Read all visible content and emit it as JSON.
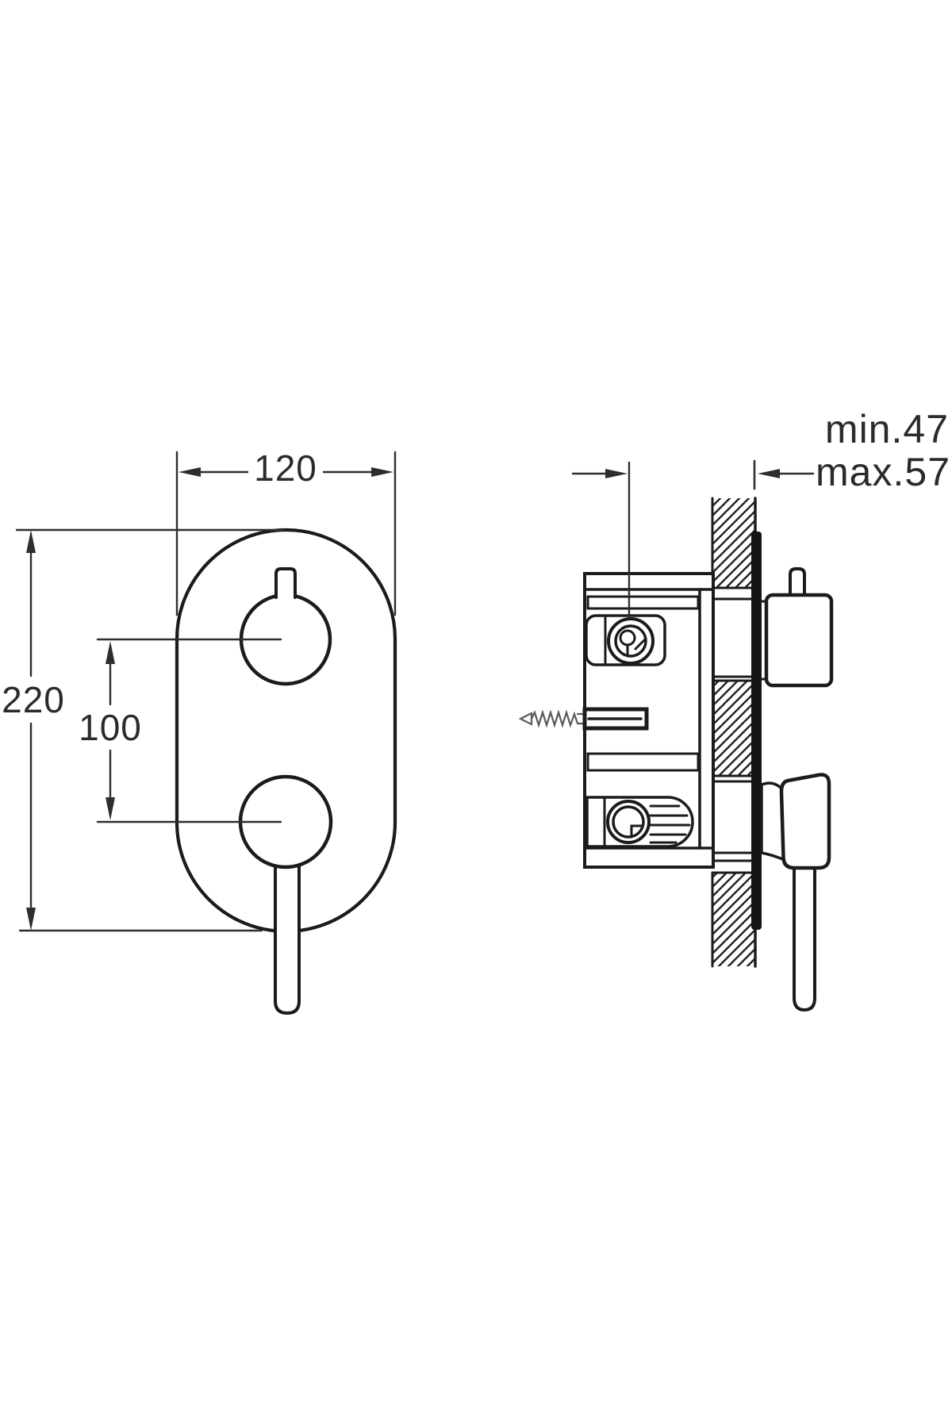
{
  "drawing": {
    "colors": {
      "background": "#ffffff",
      "ink": "#1b1b1b",
      "dim_ink": "#2e2e2e",
      "screw_ink": "#5a5a5a",
      "faceplate_fill": "#151515"
    },
    "labels": {
      "plate_width": "120",
      "plate_height": "220",
      "handle_spacing": "100",
      "depth_min": "min.47",
      "depth_max": "max.57"
    }
  }
}
